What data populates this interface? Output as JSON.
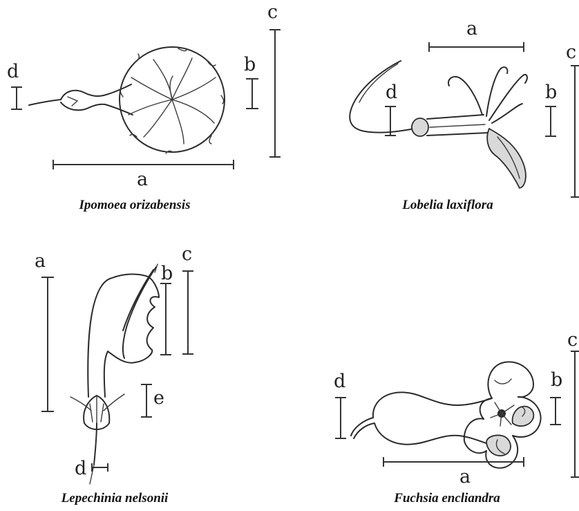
{
  "figure": {
    "panels": [
      {
        "species": "Ipomoea orizabensis",
        "labels": {
          "a": "a",
          "b": "b",
          "c": "c",
          "d": "d"
        }
      },
      {
        "species": "Lobelia laxiflora",
        "labels": {
          "a": "a",
          "b": "b",
          "c": "c",
          "d": "d"
        }
      },
      {
        "species": "Lepechinia nelsonii",
        "labels": {
          "a": "a",
          "b": "b",
          "c": "c",
          "d": "d",
          "e": "e"
        }
      },
      {
        "species": "Fuchsia encliandra",
        "labels": {
          "a": "a",
          "b": "b",
          "c": "c",
          "d": "d"
        }
      }
    ]
  }
}
